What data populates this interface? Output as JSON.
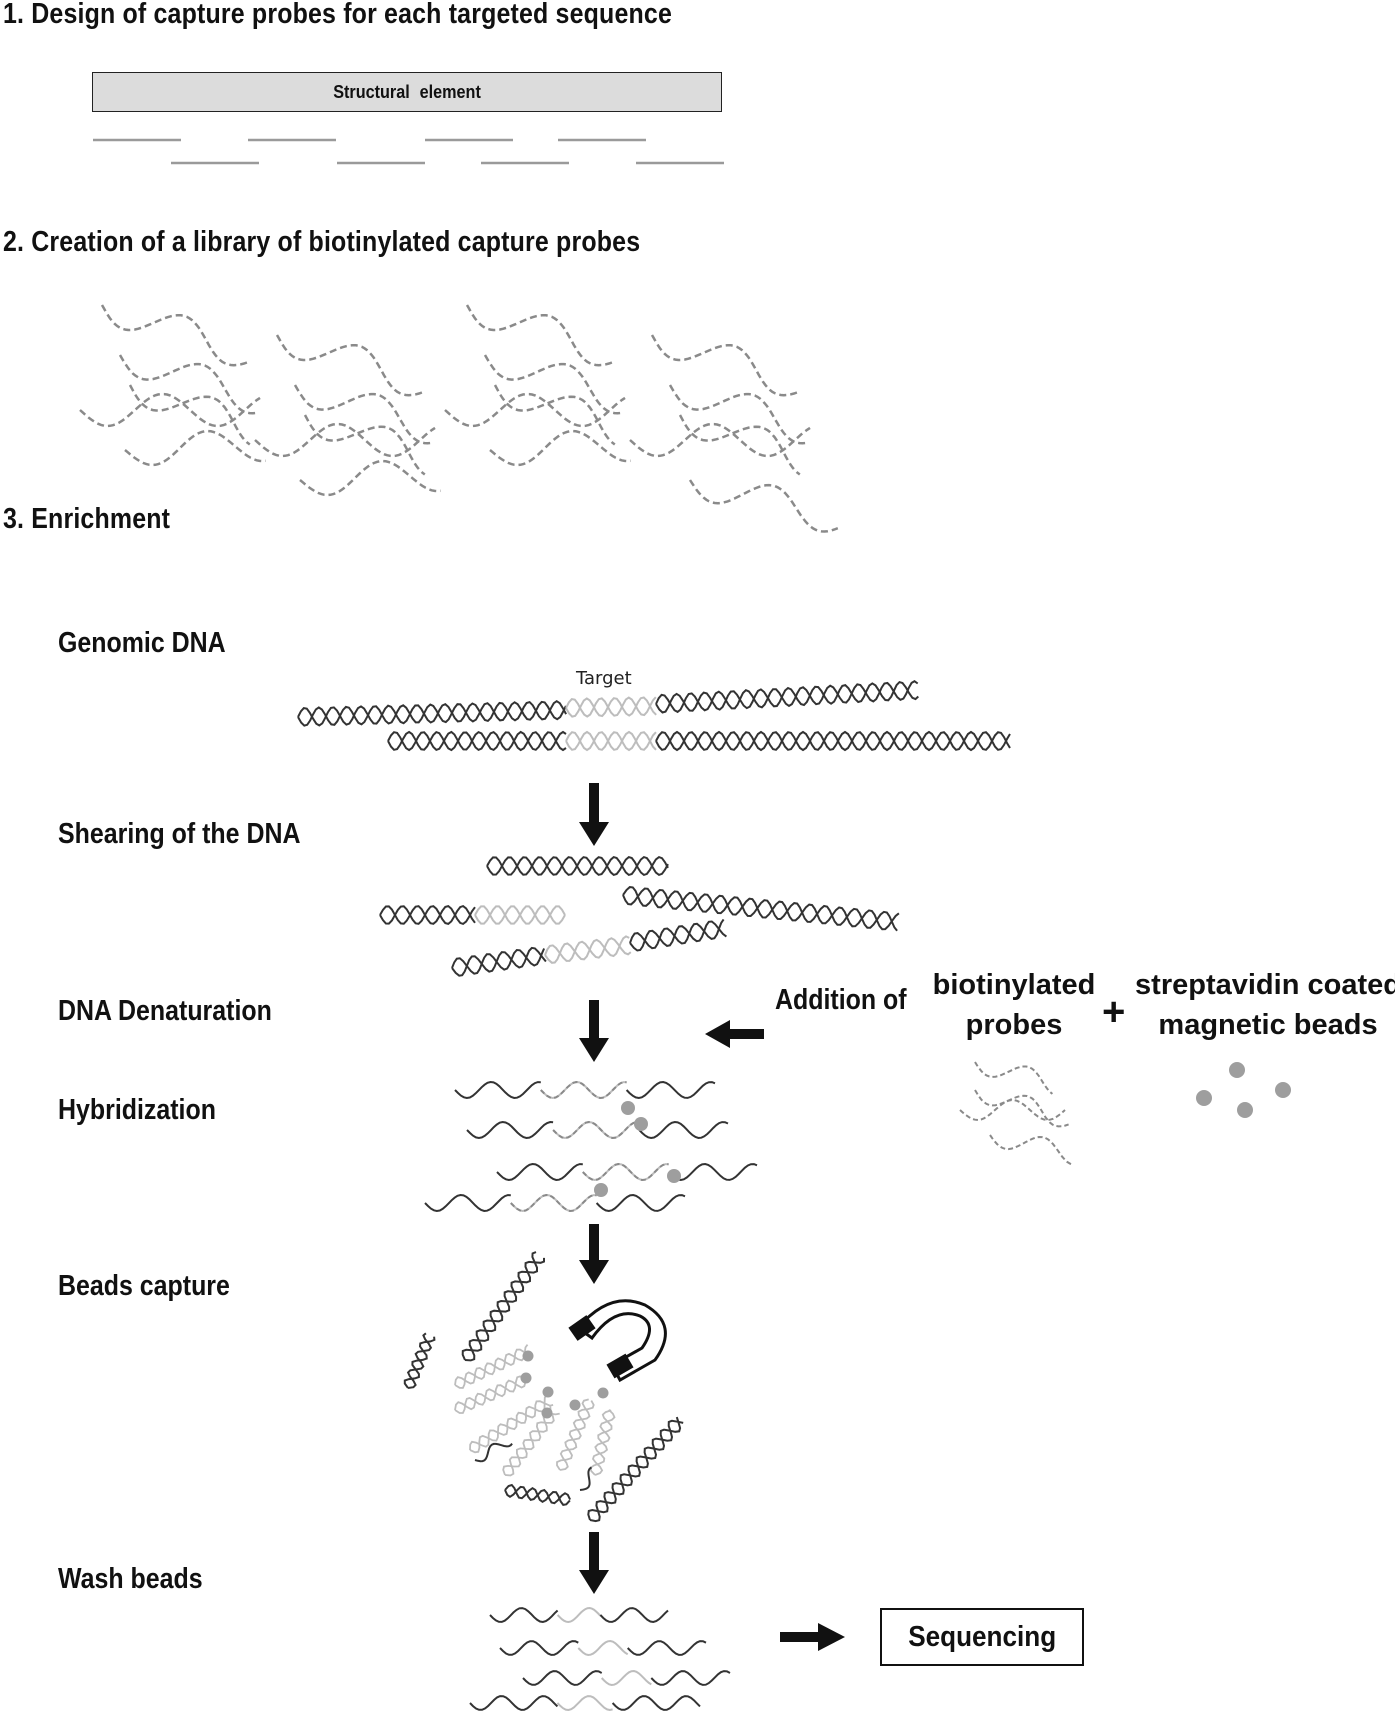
{
  "sections": {
    "s1": "1. Design of capture probes for each targeted sequence",
    "s2": "2. Creation of a library of biotinylated capture probes",
    "s3": "3. Enrichment"
  },
  "structural_element": "Structural  element",
  "target_label": "Target",
  "steps": {
    "genomic": "Genomic DNA",
    "shearing": "Shearing of the DNA",
    "denaturation": "DNA Denaturation",
    "hybridization": "Hybridization",
    "capture": "Beads capture",
    "wash": "Wash beads"
  },
  "addition": {
    "prefix": "Addition of",
    "probes_line1": "biotinylated",
    "probes_line2": "probes",
    "plus": "+",
    "beads_line1": "streptavidin coated",
    "beads_line2": "magnetic beads"
  },
  "sequencing": "Sequencing",
  "colors": {
    "dark": "#333333",
    "light": "#bdbdbd",
    "probe": "#8a8a8a",
    "bead": "#9e9e9e",
    "box": "#dcdcdc"
  }
}
